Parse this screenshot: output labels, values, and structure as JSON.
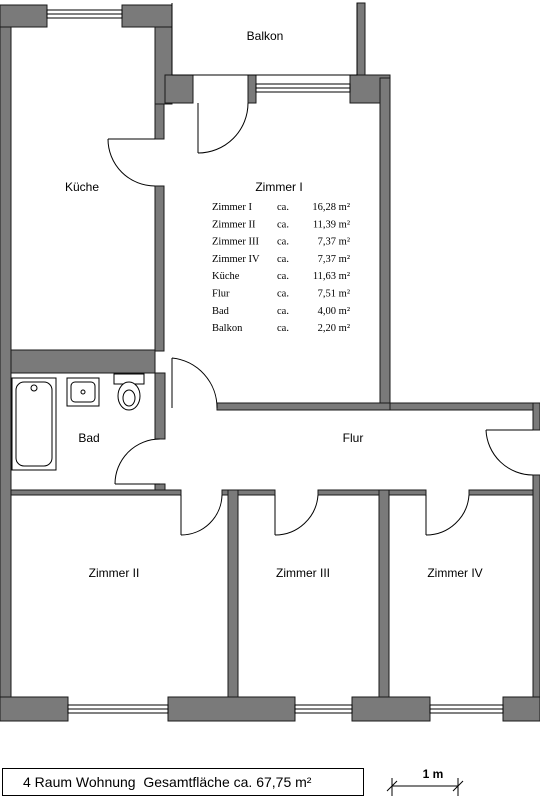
{
  "rooms": {
    "balkon": "Balkon",
    "kueche": "Küche",
    "zimmer1": "Zimmer I",
    "bad": "Bad",
    "flur": "Flur",
    "zimmer2": "Zimmer II",
    "zimmer3": "Zimmer III",
    "zimmer4": "Zimmer IV"
  },
  "area_table": [
    {
      "room": "Zimmer I",
      "ca": "ca.",
      "area": "16,28 m²"
    },
    {
      "room": "Zimmer II",
      "ca": "ca.",
      "area": "11,39 m²"
    },
    {
      "room": "Zimmer III",
      "ca": "ca.",
      "area": "7,37 m²"
    },
    {
      "room": "Zimmer IV",
      "ca": "ca.",
      "area": "7,37 m²"
    },
    {
      "room": "Küche",
      "ca": "ca.",
      "area": "11,63 m²"
    },
    {
      "room": "Flur",
      "ca": "ca.",
      "area": "7,51 m²"
    },
    {
      "room": "Bad",
      "ca": "ca.",
      "area": "4,00 m²"
    },
    {
      "room": "Balkon",
      "ca": "ca.",
      "area": "2,20 m²"
    }
  ],
  "footer": {
    "title": "4 Raum Wohnung  Gesamtfläche ca. 67,75 m²",
    "scale_label": "1 m"
  },
  "colors": {
    "wall": "#7a7a7a",
    "line": "#000000"
  }
}
